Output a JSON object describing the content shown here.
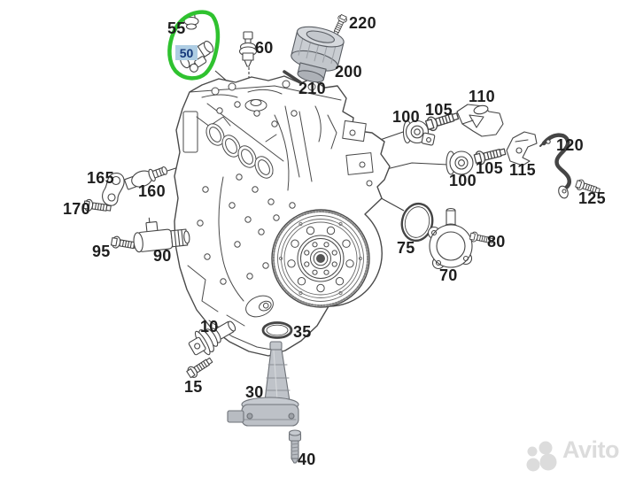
{
  "diagram": {
    "watermark": {
      "text": "Avito",
      "color": "#dcdcdc"
    },
    "highlight": {
      "highlighted_part": "50",
      "ring_color": "#2fc22f",
      "label_bg": "#aecde3",
      "label_text_color": "#15387a"
    },
    "engine": {
      "name": "engine-assembly"
    },
    "parts": [
      {
        "label": "55",
        "kind": "cap-plug"
      },
      {
        "label": "50",
        "kind": "camshaft-sensor",
        "highlighted": true
      },
      {
        "label": "60",
        "kind": "pressure-sensor"
      },
      {
        "label": "220",
        "kind": "bolt"
      },
      {
        "label": "200",
        "kind": "housing-cap"
      },
      {
        "label": "210",
        "kind": "pin"
      },
      {
        "label": "100",
        "kind": "damper-bushing"
      },
      {
        "label": "105",
        "kind": "bolt"
      },
      {
        "label": "110",
        "kind": "mount-bracket"
      },
      {
        "label": "100",
        "kind": "damper-bushing"
      },
      {
        "label": "105",
        "kind": "bolt"
      },
      {
        "label": "115",
        "kind": "bracket"
      },
      {
        "label": "120",
        "kind": "link-bracket"
      },
      {
        "label": "125",
        "kind": "bolt"
      },
      {
        "label": "165",
        "kind": "gasket-plate"
      },
      {
        "label": "160",
        "kind": "sensor"
      },
      {
        "label": "170",
        "kind": "bolt"
      },
      {
        "label": "95",
        "kind": "bolt"
      },
      {
        "label": "90",
        "kind": "solenoid-valve"
      },
      {
        "label": "75",
        "kind": "o-ring"
      },
      {
        "label": "70",
        "kind": "flange"
      },
      {
        "label": "80",
        "kind": "bolt"
      },
      {
        "label": "10",
        "kind": "crankshaft-sensor"
      },
      {
        "label": "15",
        "kind": "bolt"
      },
      {
        "label": "35",
        "kind": "o-ring"
      },
      {
        "label": "30",
        "kind": "oil-level-sensor"
      },
      {
        "label": "40",
        "kind": "bolt"
      }
    ]
  }
}
